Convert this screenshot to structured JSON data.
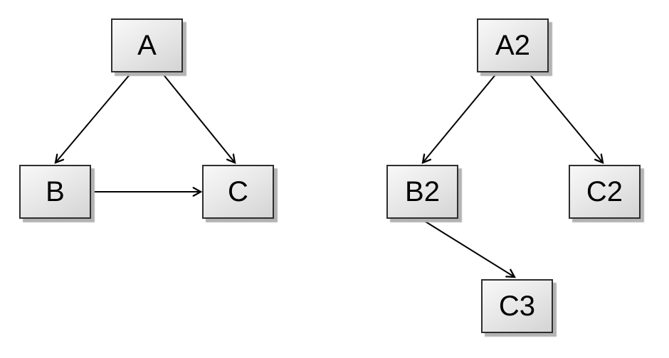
{
  "diagram": {
    "background_color": "#ffffff",
    "node_style": {
      "fill_light": "#f8f8f8",
      "fill_dark": "#d4d4d4",
      "border_color": "#2e2e2e",
      "shadow_color": "#b3b3b3",
      "label_color": "#000000"
    },
    "edge_style": {
      "color": "#000000",
      "arrowhead": "open-v"
    },
    "nodes": {
      "A": {
        "label": "A"
      },
      "B": {
        "label": "B"
      },
      "C": {
        "label": "C"
      },
      "A2": {
        "label": "A2"
      },
      "B2": {
        "label": "B2"
      },
      "C2": {
        "label": "C2"
      },
      "C3": {
        "label": "C3"
      }
    },
    "graphs": [
      {
        "name": "left-graph",
        "node_ids": [
          "A",
          "B",
          "C"
        ],
        "edges": [
          {
            "from": "A",
            "to": "B"
          },
          {
            "from": "A",
            "to": "C"
          },
          {
            "from": "B",
            "to": "C"
          }
        ]
      },
      {
        "name": "right-graph",
        "node_ids": [
          "A2",
          "B2",
          "C2",
          "C3"
        ],
        "edges": [
          {
            "from": "A2",
            "to": "B2"
          },
          {
            "from": "A2",
            "to": "C2"
          },
          {
            "from": "B2",
            "to": "C3"
          }
        ]
      }
    ]
  }
}
